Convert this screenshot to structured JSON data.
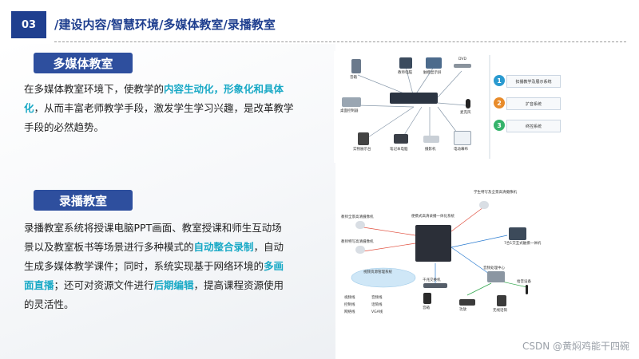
{
  "header": {
    "number": "03",
    "title": "/建设内容/智慧环境/多媒体教室/录播教室"
  },
  "section1": {
    "heading": "多媒体教室",
    "p1": "在多媒体教室环境下，使教学的",
    "p1_hl": "内容生动化，形象化和具体化",
    "p1_b": "，从而丰富老师教学手段，激发学生学习兴趣，是改革教学手段的必然趋势。"
  },
  "section2": {
    "heading": "录播教室",
    "t1": "录播教室系统将授课电脑PPT画面、教室授课和师生互动场景以及教室板书等场景进行多种模式的",
    "h1": "自动整合录制",
    "t2": "，自动生成多媒体教学课件；同时，系统实现基于网络环境的",
    "h2": "多画面直播",
    "t3": "；还可对资源文件进行",
    "h3": "后期编辑",
    "t4": "，提高课程资源使用的灵活性。"
  },
  "diagram1": {
    "devices": [
      "音箱",
      "教师电脑",
      "触摸显示屏",
      "DVD",
      "桌面控制器",
      "麦克风",
      "实物展示台",
      "笔记本电脑",
      "摄影机",
      "电动幕布"
    ],
    "systems": [
      {
        "num": "1",
        "label": "扣播教学及展示系统",
        "color": "#2a9ad0"
      },
      {
        "num": "2",
        "label": "扩音系统",
        "color": "#e88b2a"
      },
      {
        "num": "3",
        "label": "终控系统",
        "color": "#35b36b"
      }
    ]
  },
  "diagram2": {
    "labels": [
      "学生特写及全景高清摄像机",
      "教师全景高清摄像机",
      "教师特写高清摄像机",
      "便携式高清录播一体化系统",
      "7合1交互式触摸一体机",
      "视频资源管理系统",
      "千兆交换机",
      "音频处理中心",
      "拾音设备",
      "音箱",
      "功放",
      "无线话筒"
    ],
    "legend": [
      "视频线",
      "音频线",
      "控制线",
      "话筒线",
      "网络线",
      "VGA线"
    ]
  },
  "watermark": "CSDN @黄焖鸡能干四碗"
}
